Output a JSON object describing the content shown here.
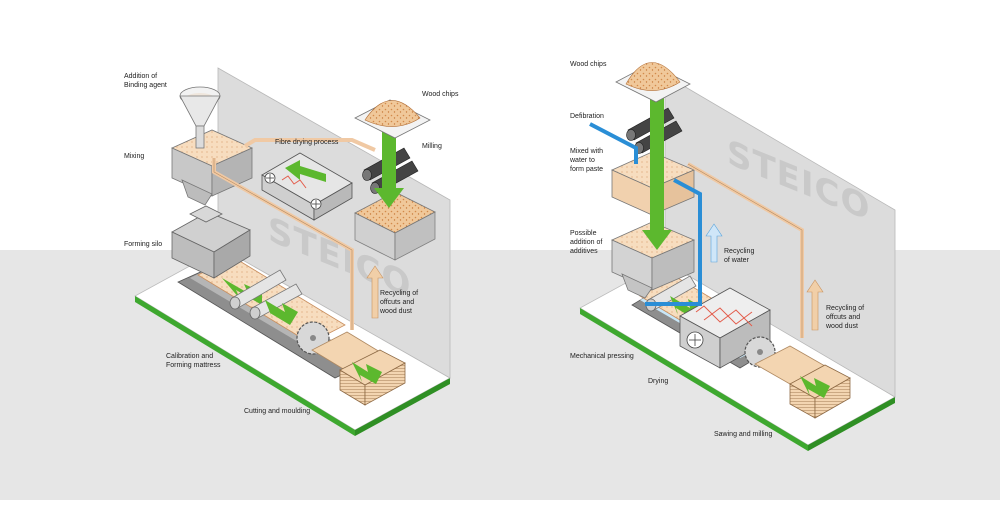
{
  "colors": {
    "page_background": "#ffffff",
    "floor_band": "#e6e6e6",
    "wall": "#dcdcdc",
    "green_arrow": "#5cb82e",
    "green_stripe": "#3ea82f",
    "blue_water": "#2a8ed6",
    "peach": "#f1cfa8",
    "board": "#f3d5b1",
    "machine_gray": "#c7c7c7",
    "brand_gray": "#c9c9c9"
  },
  "brand": {
    "logo_text": "STEICO"
  },
  "left_diagram": {
    "labels": {
      "binding_agent": "Addition of\nBinding agent",
      "mixing": "Mixing",
      "fibre_drying": "Fibre drying process",
      "wood_chips": "Wood chips",
      "milling": "Milling",
      "forming_silo": "Forming silo",
      "recycling": "Recycling of\noffcuts and\nwood dust",
      "calibration": "Calibration and\nForming mattress",
      "cutting": "Cutting and moulding"
    }
  },
  "right_diagram": {
    "labels": {
      "wood_chips": "Wood chips",
      "defibration": "Defibration",
      "mixed_water": "Mixed with\nwater to\nform paste",
      "additives": "Possible\naddition of\nadditives",
      "recycling_water": "Recycling\nof water",
      "recycling": "Recycling of\noffcuts and\nwood dust",
      "mechanical_pressing": "Mechanical pressing",
      "drying": "Drying",
      "sawing": "Sawing and milling"
    }
  }
}
